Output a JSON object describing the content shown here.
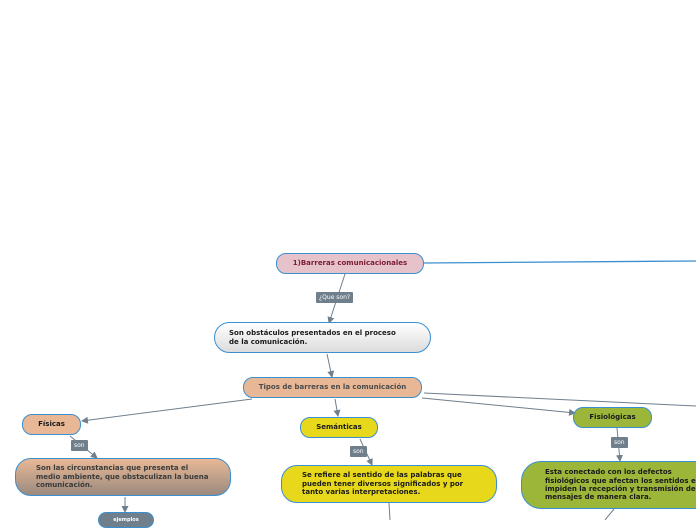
{
  "nodes": {
    "root": "1)Barreras comunicacionales",
    "definition": "Son obstáculos presentados en el proceso de la comunicación.",
    "types": "Tipos de barreras en la comunicación",
    "physical": "Físicas",
    "physical_desc": "Son las circunstancias que presenta el medio ambiente, que obstaculizan la buena comunicación.",
    "physical_example": "ejemplos",
    "semantic": "Semánticas",
    "semantic_desc": "Se refiere al sentido de las palabras que pueden tener diversos significados y por tanto varias interpretaciones.",
    "physiological": "Fisiológicas",
    "physiological_desc": "Esta conectado con los defectos fisiológicos que afectan los sentidos e impiden la recepción y transmisión de los mensajes de manera clara."
  },
  "labels": {
    "what_are": "¿Que son?",
    "son_1": "son",
    "son_2": "son",
    "son_3": "son"
  },
  "colors": {
    "root_fill": "#e6c3cb",
    "definition_fill": "#e4e4e4",
    "types_fill": "#e8b896",
    "physical_fill": "#e8b896",
    "semantic_fill": "#e8d81c",
    "physiological_fill": "#9cb63a",
    "example_fill": "#6f7f8c",
    "border": "#3a8fd0",
    "connector": "#6f7f8c",
    "link_blue": "#3a8fd0"
  }
}
